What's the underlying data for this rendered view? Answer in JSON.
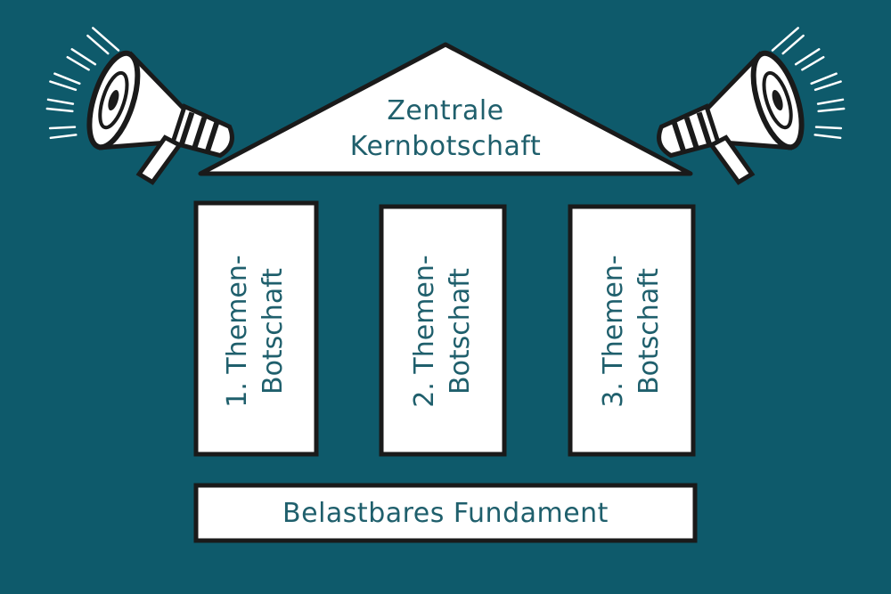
{
  "roof": {
    "line1": "Zentrale",
    "line2": "Kernbotschaft"
  },
  "pillars": [
    {
      "line1": "1. Themen-",
      "line2": "Botschaft"
    },
    {
      "line1": "2. Themen-",
      "line2": "Botschaft"
    },
    {
      "line1": "3. Themen-",
      "line2": "Botschaft"
    }
  ],
  "foundation": {
    "label": "Belastbares Fundament"
  },
  "colors": {
    "background": "#0e5a6b",
    "panel": "#ffffff",
    "outline": "#1a1a1a",
    "text": "#1f5f6c"
  },
  "icons": {
    "left": "megaphone-icon",
    "right": "megaphone-icon"
  }
}
